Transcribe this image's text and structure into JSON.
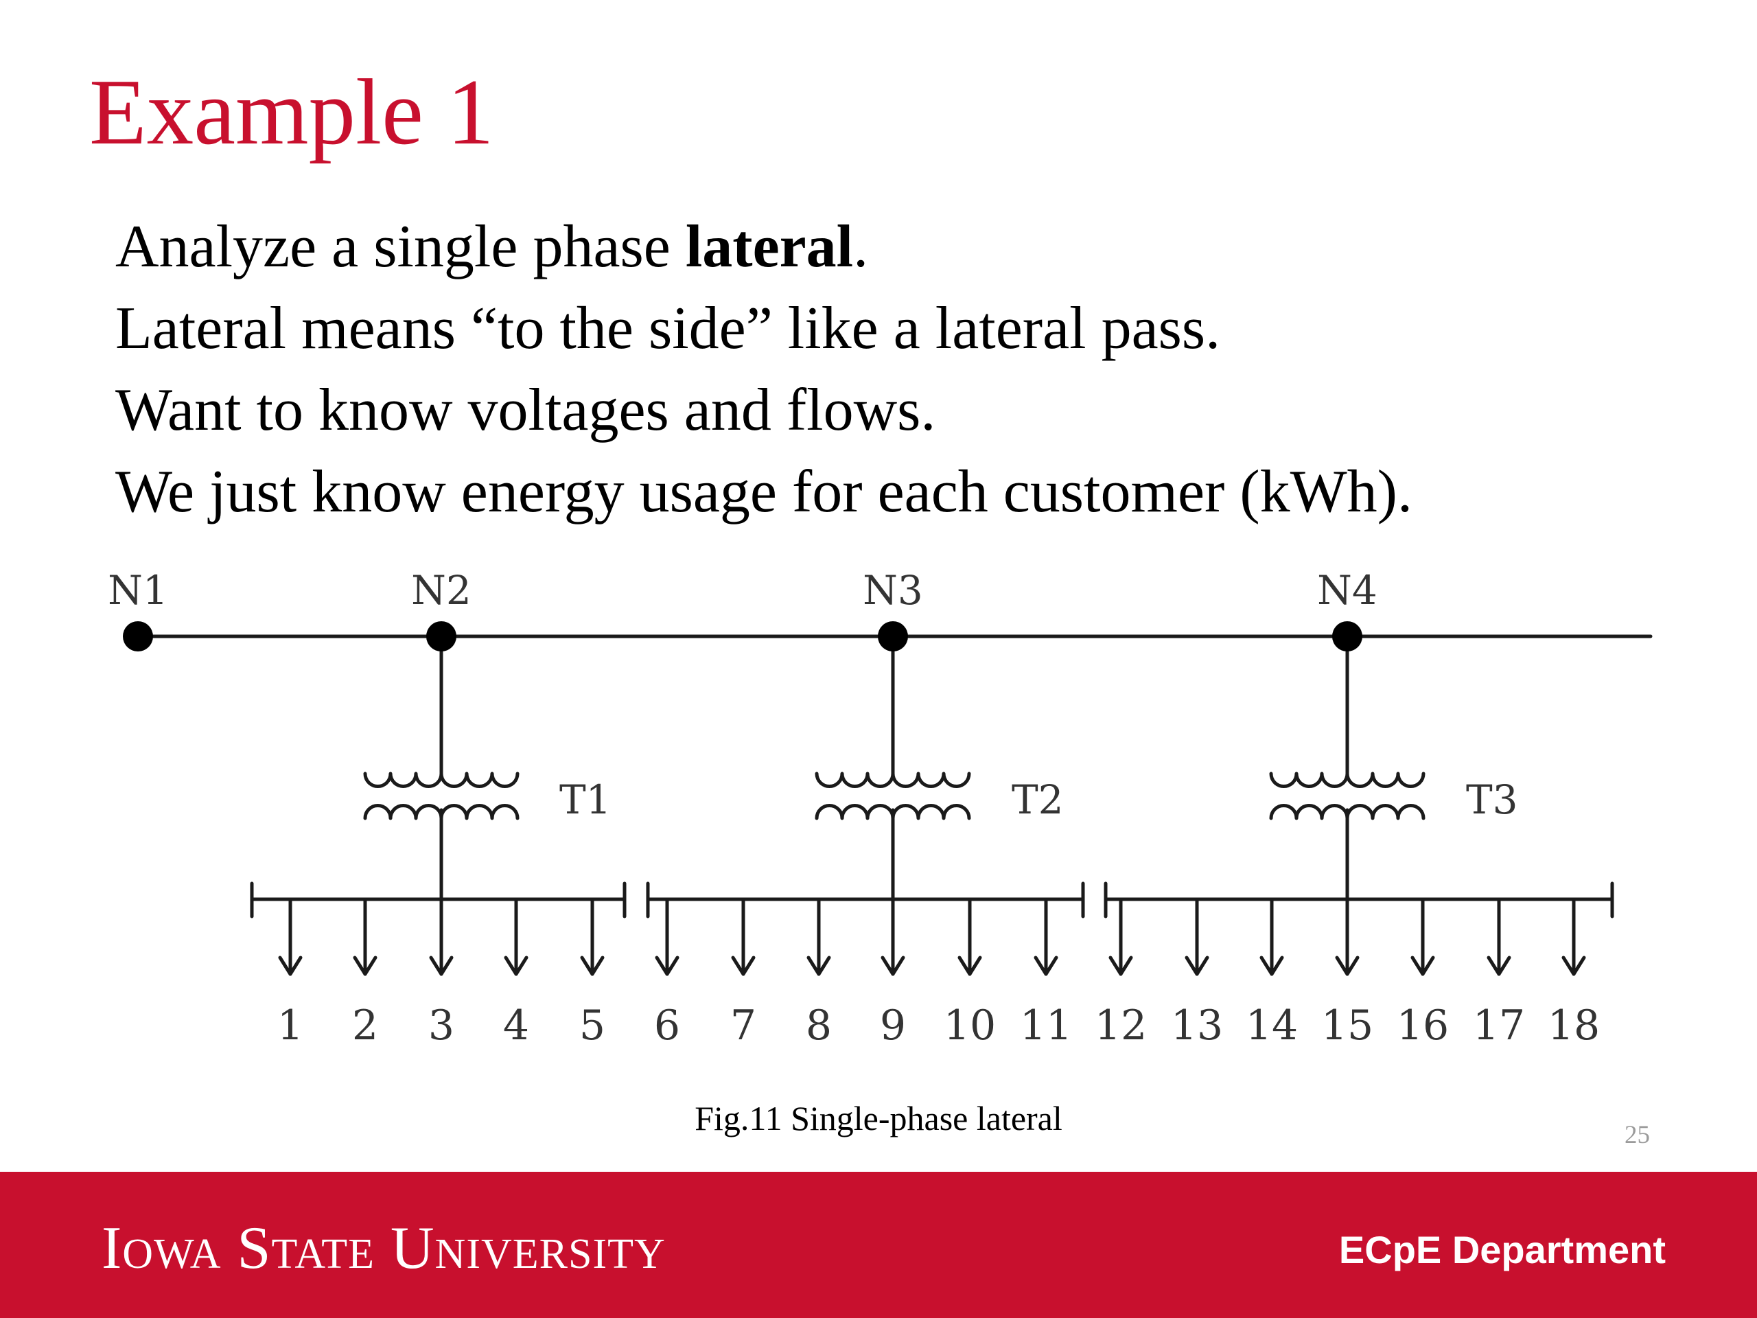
{
  "slide": {
    "title": "Example 1",
    "bullets": [
      {
        "before": "Analyze a single phase ",
        "bold": "lateral",
        "after": "."
      },
      {
        "text": "Lateral means “to the side” like a lateral pass."
      },
      {
        "text": "Want to know voltages and flows."
      },
      {
        "text": "We just know energy usage for each customer (kWh)."
      }
    ],
    "caption": "Fig.11 Single-phase lateral",
    "page_number": "25"
  },
  "diagram": {
    "nodes": [
      "N1",
      "N2",
      "N3",
      "N4"
    ],
    "transformers": [
      "T1",
      "T2",
      "T3"
    ],
    "customers": [
      "1",
      "2",
      "3",
      "4",
      "5",
      "6",
      "7",
      "8",
      "9",
      "10",
      "11",
      "12",
      "13",
      "14",
      "15",
      "16",
      "17",
      "18"
    ]
  },
  "footer": {
    "university": "Iowa State University",
    "department": "ECpE Department"
  },
  "colors": {
    "accent": "#c8102e",
    "text": "#000000",
    "footer_text": "#ffffff",
    "page_number": "#9b9b9b"
  }
}
